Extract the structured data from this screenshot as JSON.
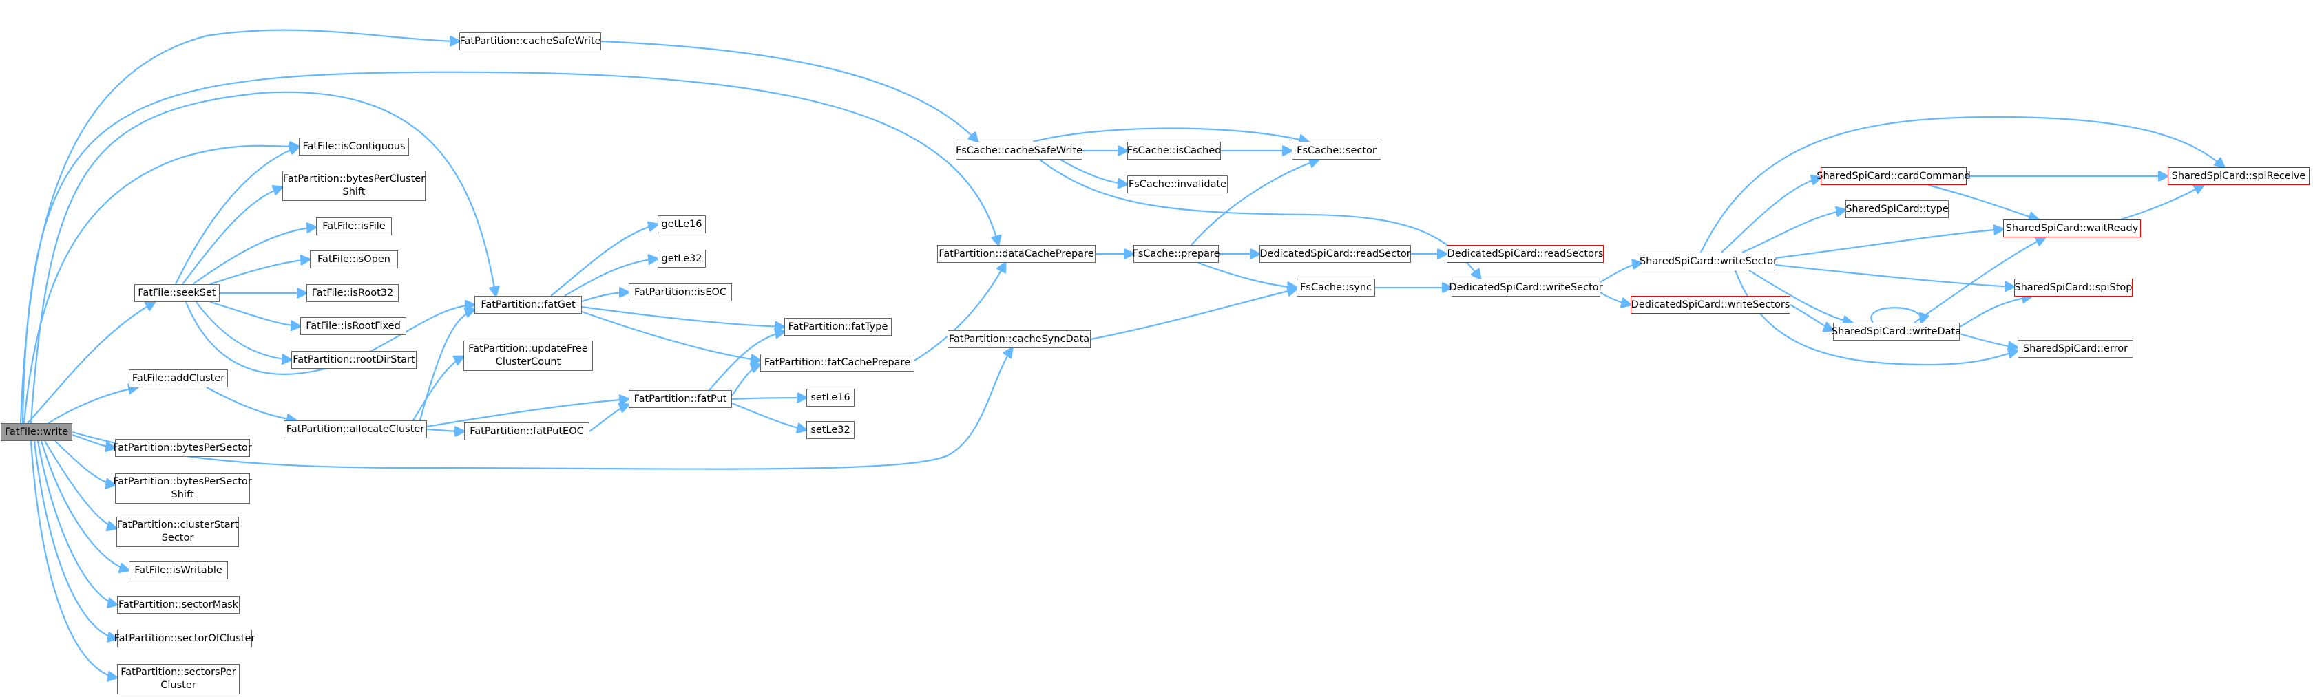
{
  "nodes": {
    "n_write": {
      "label": "FatFile::write"
    },
    "n_cacheSafeWriteP": {
      "label": "FatPartition::cacheSafeWrite"
    },
    "n_isContiguous": {
      "label": "FatFile::isContiguous"
    },
    "n_bpcShift": {
      "label": "FatPartition::bytesPerCluster\nShift"
    },
    "n_isFile": {
      "label": "FatFile::isFile"
    },
    "n_isOpen": {
      "label": "FatFile::isOpen"
    },
    "n_isRoot32": {
      "label": "FatFile::isRoot32"
    },
    "n_isRootFixed": {
      "label": "FatFile::isRootFixed"
    },
    "n_rootDirStart": {
      "label": "FatPartition::rootDirStart"
    },
    "n_seekSet": {
      "label": "FatFile::seekSet"
    },
    "n_addCluster": {
      "label": "FatFile::addCluster"
    },
    "n_bytesPerSector": {
      "label": "FatPartition::bytesPerSector"
    },
    "n_bpsShift": {
      "label": "FatPartition::bytesPerSector\nShift"
    },
    "n_clusterStart": {
      "label": "FatPartition::clusterStart\nSector"
    },
    "n_isWritable": {
      "label": "FatFile::isWritable"
    },
    "n_sectorMask": {
      "label": "FatPartition::sectorMask"
    },
    "n_sectorOfCluster": {
      "label": "FatPartition::sectorOfCluster"
    },
    "n_sectorsPerCluster": {
      "label": "FatPartition::sectorsPer\nCluster"
    },
    "n_allocateCluster": {
      "label": "FatPartition::allocateCluster"
    },
    "n_fatGet": {
      "label": "FatPartition::fatGet"
    },
    "n_updateFree": {
      "label": "FatPartition::updateFree\nClusterCount"
    },
    "n_fatPutEOC": {
      "label": "FatPartition::fatPutEOC"
    },
    "n_fatPut": {
      "label": "FatPartition::fatPut"
    },
    "n_getLe16": {
      "label": "getLe16"
    },
    "n_getLe32": {
      "label": "getLe32"
    },
    "n_isEOC": {
      "label": "FatPartition::isEOC"
    },
    "n_fatType": {
      "label": "FatPartition::fatType"
    },
    "n_fatCachePrepare": {
      "label": "FatPartition::fatCachePrepare"
    },
    "n_setLe16": {
      "label": "setLe16"
    },
    "n_setLe32": {
      "label": "setLe32"
    },
    "n_dataCachePrepare": {
      "label": "FatPartition::dataCachePrepare"
    },
    "n_cacheSyncData": {
      "label": "FatPartition::cacheSyncData"
    },
    "n_fsCacheSafeWrite": {
      "label": "FsCache::cacheSafeWrite"
    },
    "n_isCached": {
      "label": "FsCache::isCached"
    },
    "n_invalidate": {
      "label": "FsCache::invalidate"
    },
    "n_sector": {
      "label": "FsCache::sector"
    },
    "n_prepare": {
      "label": "FsCache::prepare"
    },
    "n_sync": {
      "label": "FsCache::sync"
    },
    "n_dReadSector": {
      "label": "DedicatedSpiCard::readSector"
    },
    "n_dReadSectors": {
      "label": "DedicatedSpiCard::readSectors"
    },
    "n_dWriteSector": {
      "label": "DedicatedSpiCard::writeSector"
    },
    "n_dWriteSectors": {
      "label": "DedicatedSpiCard::writeSectors"
    },
    "n_sWriteSector": {
      "label": "SharedSpiCard::writeSector"
    },
    "n_cardCommand": {
      "label": "SharedSpiCard::cardCommand"
    },
    "n_type": {
      "label": "SharedSpiCard::type"
    },
    "n_waitReady": {
      "label": "SharedSpiCard::waitReady"
    },
    "n_spiReceive": {
      "label": "SharedSpiCard::spiReceive"
    },
    "n_spiStop": {
      "label": "SharedSpiCard::spiStop"
    },
    "n_writeData": {
      "label": "SharedSpiCard::writeData"
    },
    "n_error": {
      "label": "SharedSpiCard::error"
    }
  }
}
